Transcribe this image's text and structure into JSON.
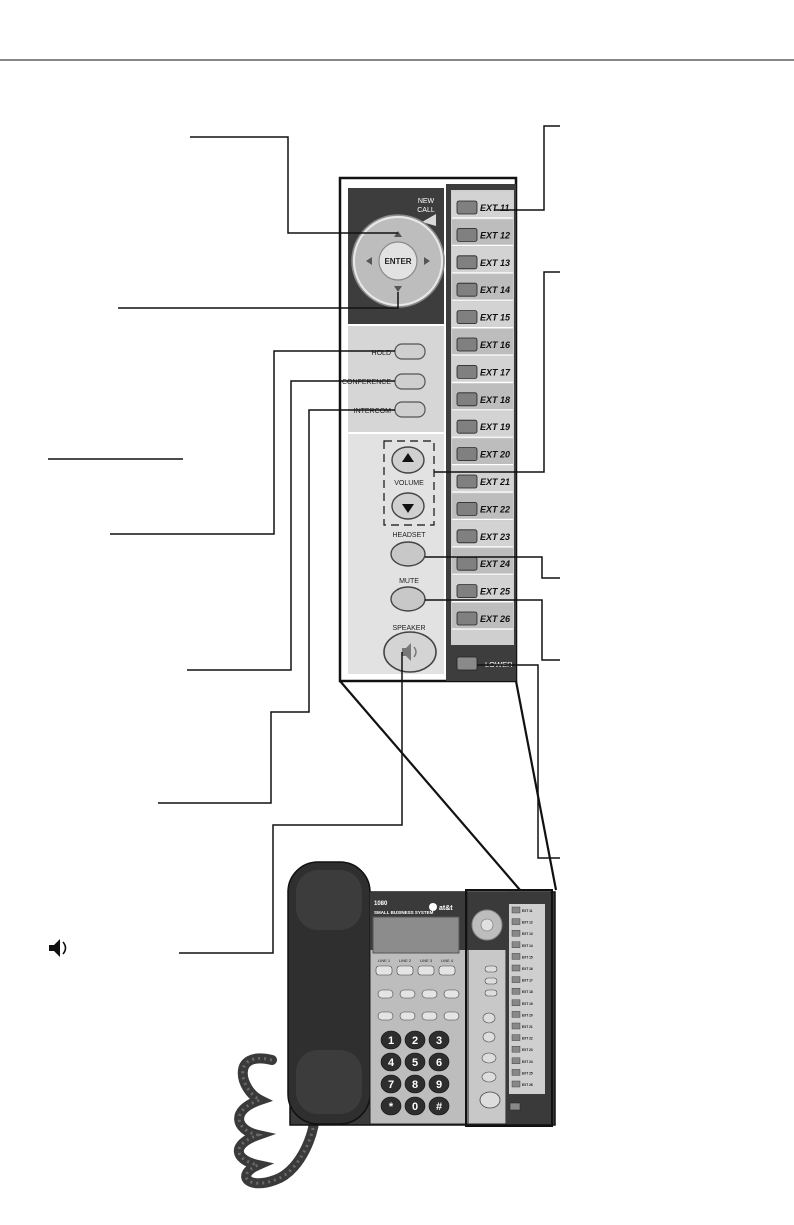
{
  "panel": {
    "nav": {
      "new_call_line1": "NEW",
      "new_call_line2": "CALL",
      "enter": "ENTER"
    },
    "buttons": {
      "hold": "HOLD",
      "conference": "CONFERENCE",
      "intercom": "INTERCOM"
    },
    "volume": "VOLUME",
    "headset": "HEADSET",
    "mute": "MUTE",
    "speaker": "SPEAKER",
    "lower": "LOWER",
    "extensions": [
      "EXT 11",
      "EXT 12",
      "EXT 13",
      "EXT 14",
      "EXT 15",
      "EXT 16",
      "EXT 17",
      "EXT 18",
      "EXT 19",
      "EXT 20",
      "EXT 21",
      "EXT 22",
      "EXT 23",
      "EXT 24",
      "EXT 25",
      "EXT 26"
    ]
  },
  "phone": {
    "model": "1080",
    "system": "SMALL BUSINESS SYSTEM",
    "brand": "at&t",
    "lines": [
      "LINE 1",
      "LINE 2",
      "LINE 3",
      "LINE 4"
    ],
    "keys": [
      "1",
      "2",
      "3",
      "4",
      "5",
      "6",
      "7",
      "8",
      "9",
      "*",
      "0",
      "#"
    ]
  },
  "icons": {
    "speaker_legend": "speaker-icon"
  },
  "colors": {
    "panel_dark": "#3a3a3a",
    "panel_light": "#d4d4d4",
    "key_dark": "#2e2e2e",
    "ext_button": "#808080"
  }
}
